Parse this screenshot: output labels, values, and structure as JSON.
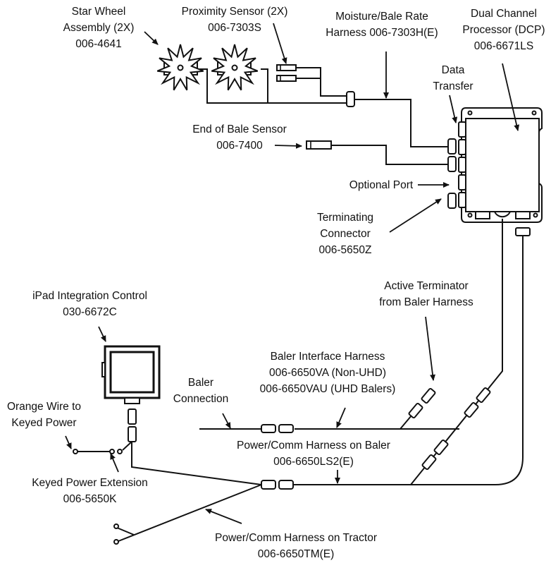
{
  "diagram": {
    "title": "Moisture System Wiring Overview",
    "labels": {
      "star_wheel": {
        "line1": "Star Wheel",
        "line2": "Assembly (2X)",
        "part": "006-4641"
      },
      "proximity_sensor": {
        "line1": "Proximity Sensor (2X)",
        "part": "006-7303S"
      },
      "moisture_harness": {
        "line1": "Moisture/Bale Rate",
        "line2": "Harness 006-7303H(E)"
      },
      "dcp": {
        "line1": "Dual Channel",
        "line2": "Processor (DCP)",
        "part": "006-6671LS"
      },
      "data_transfer": {
        "line1": "Data",
        "line2": "Transfer"
      },
      "end_of_bale": {
        "line1": "End of Bale Sensor",
        "part": "006-7400"
      },
      "optional_port": {
        "line1": "Optional Port"
      },
      "terminating_connector": {
        "line1": "Terminating",
        "line2": "Connector",
        "part": "006-5650Z"
      },
      "active_terminator": {
        "line1": "Active Terminator",
        "line2": "from Baler Harness"
      },
      "ipad_control": {
        "line1": "iPad Integration Control",
        "part": "030-6672C"
      },
      "baler_interface": {
        "line1": "Baler Interface Harness",
        "line2": "006-6650VA (Non-UHD)",
        "line3": "006-6650VAU (UHD Balers)"
      },
      "baler_connection": {
        "line1": "Baler",
        "line2": "Connection"
      },
      "orange_wire": {
        "line1": "Orange Wire to",
        "line2": "Keyed Power"
      },
      "power_comm_baler": {
        "line1": "Power/Comm Harness on Baler",
        "part": "006-6650LS2(E)"
      },
      "keyed_power_ext": {
        "line1": "Keyed Power Extension",
        "part": "006-5650K"
      },
      "power_comm_tractor": {
        "line1": "Power/Comm Harness on Tractor",
        "part": "006-6650TM(E)"
      }
    }
  }
}
